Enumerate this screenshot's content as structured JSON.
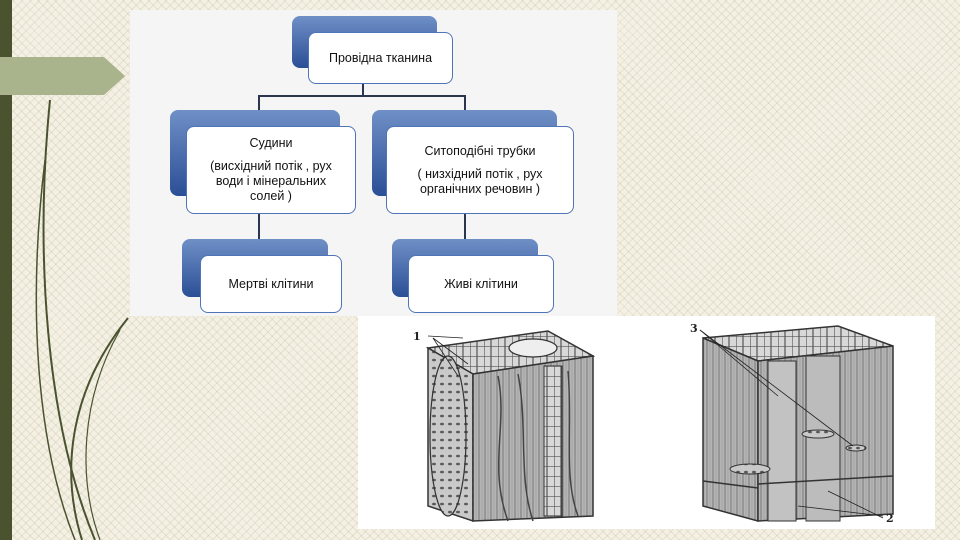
{
  "diagram": {
    "root": "Провідна тканина",
    "left_branch": {
      "title": "Судини",
      "description": "(висхідний потік , рух води і мінеральних солей )",
      "child": "Мертві клітини"
    },
    "right_branch": {
      "title": "Ситоподібні трубки",
      "description": "( низхідний потік , рух органічних речовин )",
      "child": "Живі клітини"
    }
  },
  "illustration": {
    "labels": [
      "1",
      "2",
      "3"
    ]
  },
  "colors": {
    "left_bar": "#4a5230",
    "chevron": "#a9b48c",
    "box_border": "#4f74b8",
    "box_shadow_blue": "#2b4f96"
  }
}
